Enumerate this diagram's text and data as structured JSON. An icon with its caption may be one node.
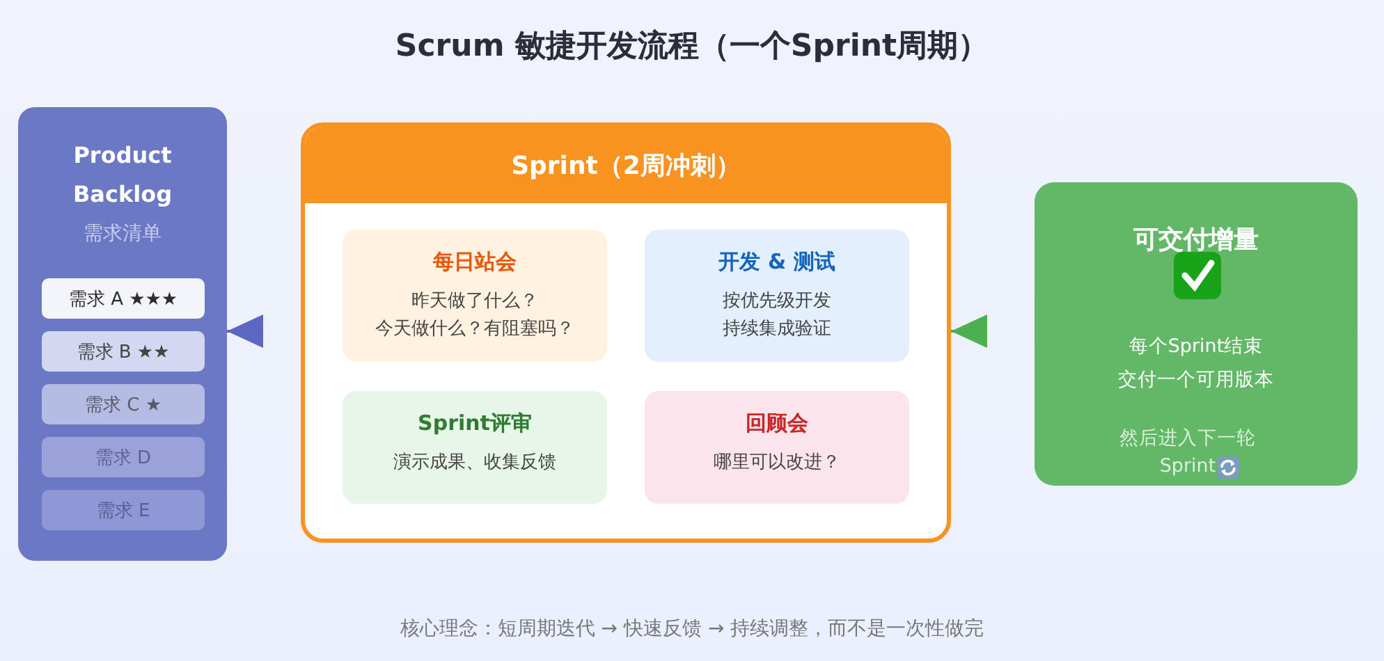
{
  "diagram": {
    "title": "Scrum 敏捷开发流程（一个Sprint周期）",
    "nodes": [
      {
        "text": [
          "Product Backlog",
          "需求清单"
        ]
      },
      {
        "text": [
          "需求 A ★★★"
        ],
        "in": 0
      },
      {
        "text": [
          "需求 B ★★"
        ],
        "in": 0
      },
      {
        "text": [
          "需求 C ★"
        ],
        "in": 0
      },
      {
        "text": [
          "需求 D"
        ],
        "in": 0
      },
      {
        "text": [
          "需求 E"
        ],
        "in": 0
      },
      {
        "text": [
          "Sprint（2周冲刺）"
        ]
      },
      {
        "text": [
          "每日站会",
          "昨天做了什么？今天做什么？有阻塞吗？"
        ],
        "in": 6
      },
      {
        "text": [
          "开发 & 测试",
          "按优先级开发持续集成验证"
        ],
        "in": 6
      },
      {
        "text": [
          "Sprint评审",
          "演示成果、收集反馈"
        ],
        "in": 6
      },
      {
        "text": [
          "回顾会",
          "哪里可以改进？"
        ],
        "in": 6
      },
      {
        "text": [
          "可交付增量",
          "每个Sprint结束交付一个可用版本",
          "然后进入下一轮Sprint"
        ]
      }
    ],
    "edges": [
      {
        "from": 6,
        "to": 0,
        "arrow": "to",
        "color": "#5b67c0"
      },
      {
        "from": 11,
        "to": 6,
        "arrow": "to",
        "color": "#4caf50"
      }
    ],
    "labels": [
      "核心理念：短周期迭代 → 快速反馈 → 持续调整，而不是一次性做完"
    ]
  }
}
